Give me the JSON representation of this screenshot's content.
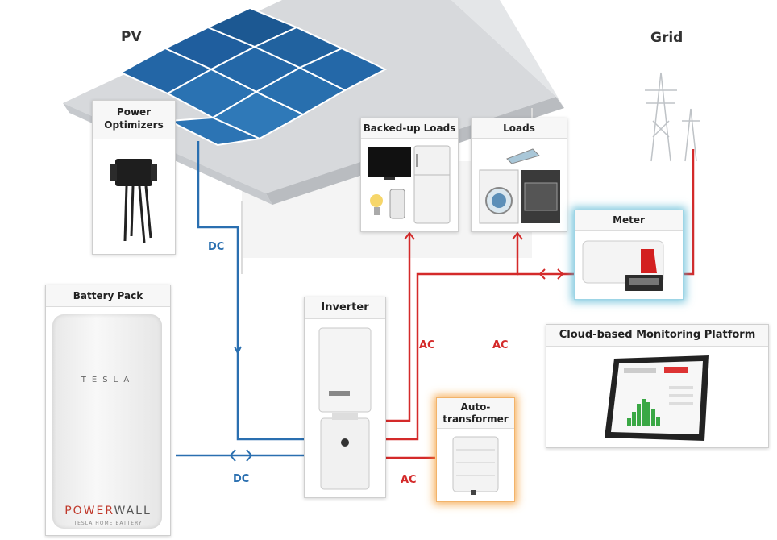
{
  "labels": {
    "pv": "PV",
    "grid": "Grid",
    "power_optimizers": "Power\nOptimizers",
    "backed_up_loads": "Backed-up Loads",
    "loads": "Loads",
    "meter": "Meter",
    "battery_pack": "Battery Pack",
    "inverter": "Inverter",
    "cloud_platform": "Cloud-based Monitoring Platform",
    "autotransformer": "Auto-\ntransformer"
  },
  "connections": {
    "dc_pv": "DC",
    "dc_battery": "DC",
    "ac_backed_up": "AC",
    "ac_loads": "AC",
    "ac_transformer": "AC"
  },
  "battery": {
    "brand": "TESLA",
    "product": "POWERWALL",
    "product_prefix": "POWER",
    "product_suffix": "WALL",
    "tagline": "TESLA HOME BATTERY"
  },
  "colors": {
    "dc_line": "#2a6fb0",
    "ac_line": "#d42a2a",
    "meter_glow": "#50b4d2",
    "transformer_glow": "#f5a03c",
    "powerwall_accent": "#c0392b"
  }
}
